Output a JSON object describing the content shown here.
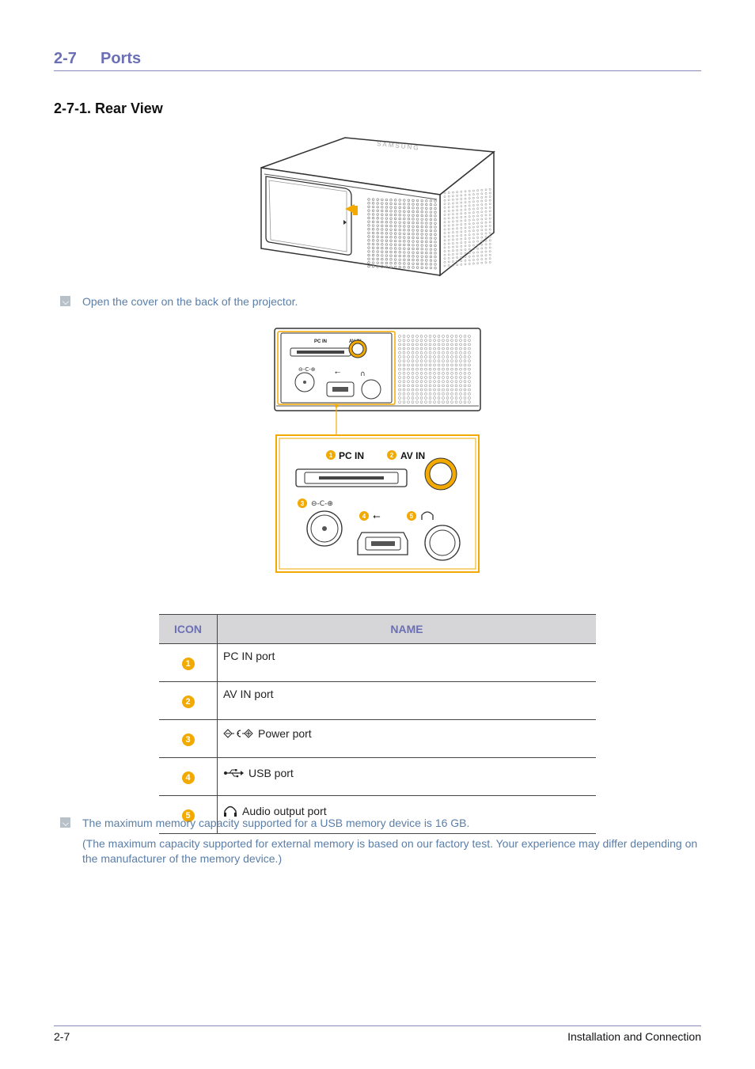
{
  "section": {
    "number": "2-7",
    "title": "Ports"
  },
  "subsection": {
    "title": "2-7-1. Rear View"
  },
  "notes": {
    "cover": "Open the cover on the back of the projector.",
    "usb_memory": "The maximum memory capacity supported for a USB memory device is 16 GB.",
    "external_memory": "(The maximum capacity supported for external memory is based on our factory test. Your experience may differ depending on the manufacturer of the memory device.)"
  },
  "figure": {
    "brand": "SAMSUNG",
    "small_labels": {
      "pc_in": "PC IN",
      "av_in": "AV IN"
    },
    "callouts": [
      {
        "num": "1",
        "label": "PC IN"
      },
      {
        "num": "2",
        "label": "AV IN"
      },
      {
        "num": "3"
      },
      {
        "num": "4"
      },
      {
        "num": "5"
      }
    ],
    "accent_color": "#f2a900"
  },
  "table": {
    "headers": {
      "icon": "ICON",
      "name": "NAME"
    },
    "rows": [
      {
        "num": "1",
        "name": "PC IN port",
        "icon": ""
      },
      {
        "num": "2",
        "name": "AV IN port",
        "icon": ""
      },
      {
        "num": "3",
        "name": "Power port",
        "icon": "power-polarity-icon"
      },
      {
        "num": "4",
        "name": "USB port",
        "icon": "usb-icon"
      },
      {
        "num": "5",
        "name": "Audio output port",
        "icon": "headphone-icon"
      }
    ]
  },
  "footer": {
    "page": "2-7",
    "chapter": "Installation and Connection"
  }
}
